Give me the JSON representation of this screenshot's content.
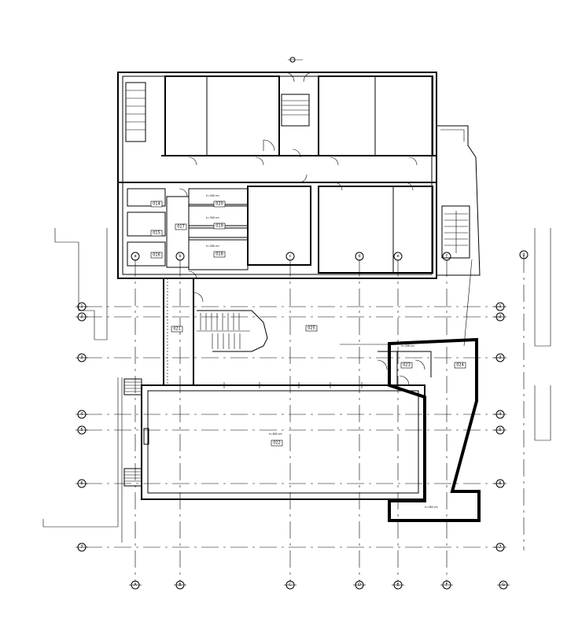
{
  "rooms": {
    "r020": "020",
    "r014": "014",
    "r019": "019",
    "r015": "015",
    "r016": "016",
    "r017": "017",
    "r018": "018",
    "r021": "021",
    "r025": "025",
    "r023": "023",
    "r024": "024",
    "r022": "022"
  },
  "notes": {
    "n1": "h=260 cm",
    "n2": "h=300 cm",
    "n3": "h=260 cm",
    "n4": "h=800 cm",
    "n5": "h=396 cm",
    "n6": "h=284 cm"
  },
  "axes": {
    "bottom": [
      "A",
      "B",
      "C",
      "D",
      "E",
      "F",
      "G"
    ],
    "left": [
      "1",
      "2",
      "3",
      "4",
      "5",
      "6",
      "7"
    ],
    "right": [
      "1",
      "2",
      "3",
      "4",
      "5",
      "6",
      "7"
    ],
    "upper": [
      "a",
      "b",
      "c",
      "d",
      "e",
      "f",
      "g"
    ]
  },
  "colors": {
    "line": "#000000",
    "background": "#ffffff"
  }
}
